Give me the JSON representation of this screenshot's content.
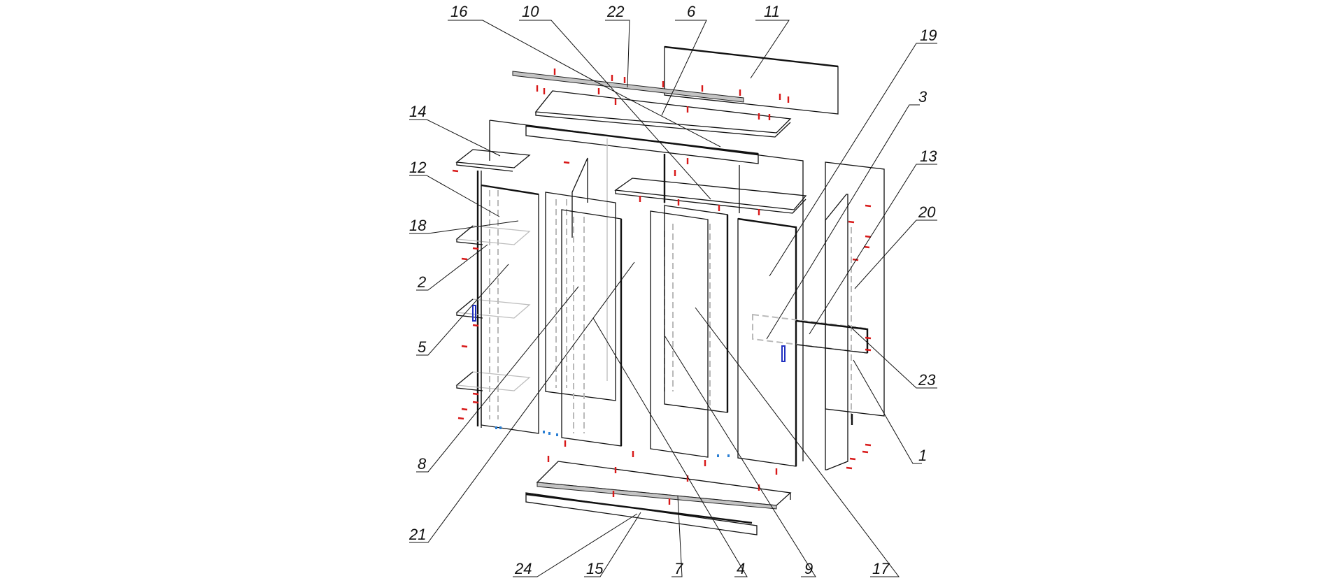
{
  "diagram": {
    "type": "exploded-assembly-view",
    "callouts": [
      {
        "id": "c16",
        "label": "16"
      },
      {
        "id": "c10",
        "label": "10"
      },
      {
        "id": "c22",
        "label": "22"
      },
      {
        "id": "c6",
        "label": "6"
      },
      {
        "id": "c11",
        "label": "11"
      },
      {
        "id": "c19",
        "label": "19"
      },
      {
        "id": "c3",
        "label": "3"
      },
      {
        "id": "c13",
        "label": "13"
      },
      {
        "id": "c20",
        "label": "20"
      },
      {
        "id": "c23",
        "label": "23"
      },
      {
        "id": "c1",
        "label": "1"
      },
      {
        "id": "c14",
        "label": "14"
      },
      {
        "id": "c12",
        "label": "12"
      },
      {
        "id": "c18",
        "label": "18"
      },
      {
        "id": "c2",
        "label": "2"
      },
      {
        "id": "c5",
        "label": "5"
      },
      {
        "id": "c8",
        "label": "8"
      },
      {
        "id": "c21",
        "label": "21"
      },
      {
        "id": "c24",
        "label": "24"
      },
      {
        "id": "c15",
        "label": "15"
      },
      {
        "id": "c7",
        "label": "7"
      },
      {
        "id": "c4",
        "label": "4"
      },
      {
        "id": "c9",
        "label": "9"
      },
      {
        "id": "c17",
        "label": "17"
      }
    ],
    "colors": {
      "line": "#111111",
      "hidden_line": "#b9b9b9",
      "fastener": "#d81818",
      "connector": "#2a7fd4",
      "handle": "#2030c0"
    }
  }
}
